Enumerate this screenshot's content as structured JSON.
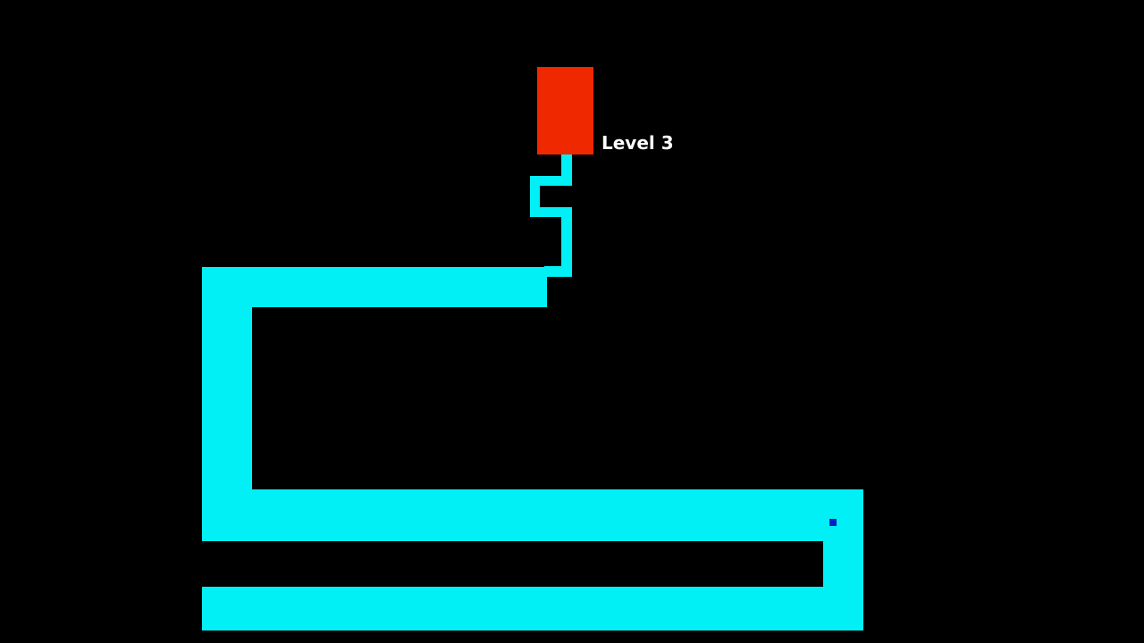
{
  "game": {
    "level_label": "Level 3"
  },
  "colors": {
    "background": "#000000",
    "path": "#00f0f5",
    "goal": "#f02800",
    "cursor": "#0020c8",
    "text": "#ffffff"
  },
  "icons": {
    "goal": "goal-block",
    "cursor": "player-dot"
  }
}
